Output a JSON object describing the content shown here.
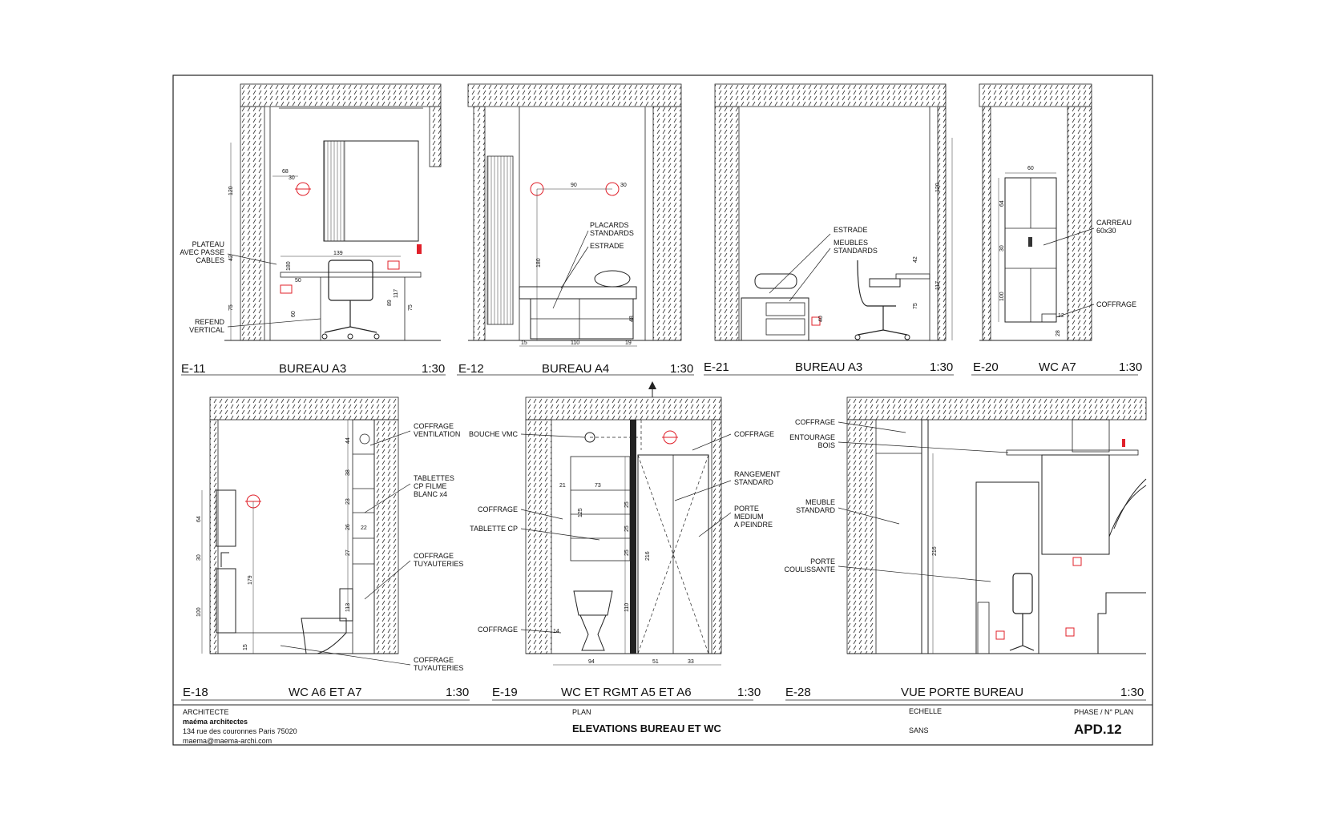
{
  "elevations": [
    {
      "id": "E-11",
      "name": "BUREAU A3",
      "scale": "1:30",
      "notes": [
        "PLATEAU",
        "AVEC PASSE",
        "CABLES",
        "REFEND",
        "VERTICAL"
      ],
      "dims": [
        "120",
        "68",
        "30",
        "139",
        "42",
        "75",
        "180",
        "50",
        "60",
        "89",
        "117",
        "75"
      ]
    },
    {
      "id": "E-12",
      "name": "BUREAU A4",
      "scale": "1:30",
      "notes": [
        "PLACARDS",
        "STANDARDS",
        "ESTRADE"
      ],
      "dims": [
        "90",
        "30",
        "180",
        "48",
        "15",
        "110",
        "19"
      ]
    },
    {
      "id": "E-21",
      "name": "BUREAU A3",
      "scale": "1:30",
      "notes": [
        "ESTRADE",
        "MEUBLES",
        "STANDARDS"
      ],
      "dims": [
        "120",
        "42",
        "117",
        "75",
        "40"
      ]
    },
    {
      "id": "E-20",
      "name": "WC A7",
      "scale": "1:30",
      "notes": [
        "CARREAU",
        "60x30",
        "COFFRAGE"
      ],
      "dims": [
        "60",
        "64",
        "30",
        "100",
        "12",
        "28"
      ]
    },
    {
      "id": "E-18",
      "name": "WC A6 ET A7",
      "scale": "1:30",
      "notes": [
        "COFFRAGE",
        "VENTILATION",
        "TABLETTES",
        "CP FILME",
        "BLANC x4",
        "COFFRAGE",
        "TUYAUTERIES",
        "COFFRAGE",
        "TUYAUTERIES"
      ],
      "dims": [
        "64",
        "30",
        "100",
        "179",
        "15",
        "44",
        "38",
        "23",
        "26",
        "22",
        "27",
        "113"
      ]
    },
    {
      "id": "E-19",
      "name": "WC ET RGMT A5 ET A6",
      "scale": "1:30",
      "notes": [
        "BOUCHE VMC",
        "COFFRAGE",
        "TABLETTE CP",
        "COFFRAGE",
        "COFFRAGE",
        "RANGEMENT",
        "STANDARD",
        "PORTE",
        "MEDIUM",
        "A PEINDRE"
      ],
      "dims": [
        "21",
        "73",
        "125",
        "25",
        "25",
        "25",
        "216",
        "110",
        "94",
        "51",
        "33",
        "14"
      ]
    },
    {
      "id": "E-28",
      "name": "VUE PORTE BUREAU",
      "scale": "1:30",
      "notes": [
        "COFFRAGE",
        "ENTOURAGE",
        "BOIS",
        "MEUBLE",
        "STANDARD",
        "PORTE",
        "COULISSANTE"
      ],
      "dims": [
        "216"
      ]
    }
  ],
  "title_block": {
    "architect_label": "ARCHITECTE",
    "architect_name": "maéma architectes",
    "address": "134 rue des couronnes Paris 75020",
    "email": "maema@maema-archi.com",
    "plan_label": "PLAN",
    "plan_title": "ELEVATIONS BUREAU ET WC",
    "scale_label": "ECHELLE",
    "scale_value": "SANS",
    "phase_label": "PHASE / N° PLAN",
    "plan_number": "APD.12"
  },
  "colors": {
    "line": "#1a1a1a",
    "accent": "#e0202a",
    "paper": "#ffffff"
  }
}
